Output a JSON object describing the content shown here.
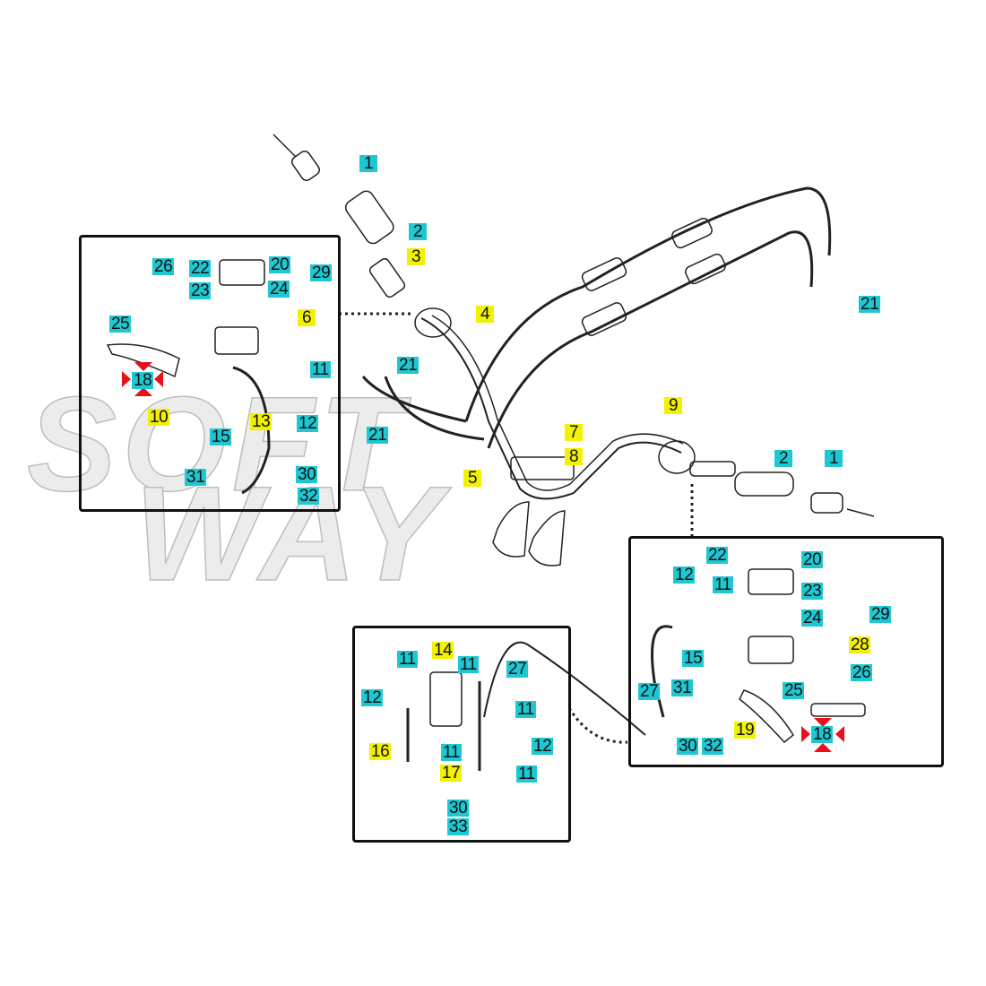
{
  "watermark": {
    "line1": "SOFT",
    "line2": "WAY"
  },
  "colors": {
    "callout_cyan": "#1ec8d2",
    "callout_yellow": "#f2f200",
    "indicator_red": "#e8101a"
  },
  "main_labels": [
    "1",
    "2",
    "3",
    "4",
    "21",
    "21",
    "5",
    "7",
    "8",
    "9",
    "2",
    "1",
    "21"
  ],
  "left_box_labels": [
    "26",
    "22",
    "20",
    "29",
    "23",
    "24",
    "6",
    "25",
    "11",
    "18",
    "10",
    "13",
    "12",
    "15",
    "31",
    "30",
    "32"
  ],
  "right_box_labels": [
    "22",
    "20",
    "12",
    "11",
    "23",
    "24",
    "29",
    "28",
    "15",
    "26",
    "31",
    "27",
    "25",
    "19",
    "18",
    "30",
    "32"
  ],
  "bottom_box_labels": [
    "11",
    "14",
    "11",
    "27",
    "12",
    "11",
    "12",
    "16",
    "11",
    "17",
    "11",
    "30",
    "33"
  ]
}
